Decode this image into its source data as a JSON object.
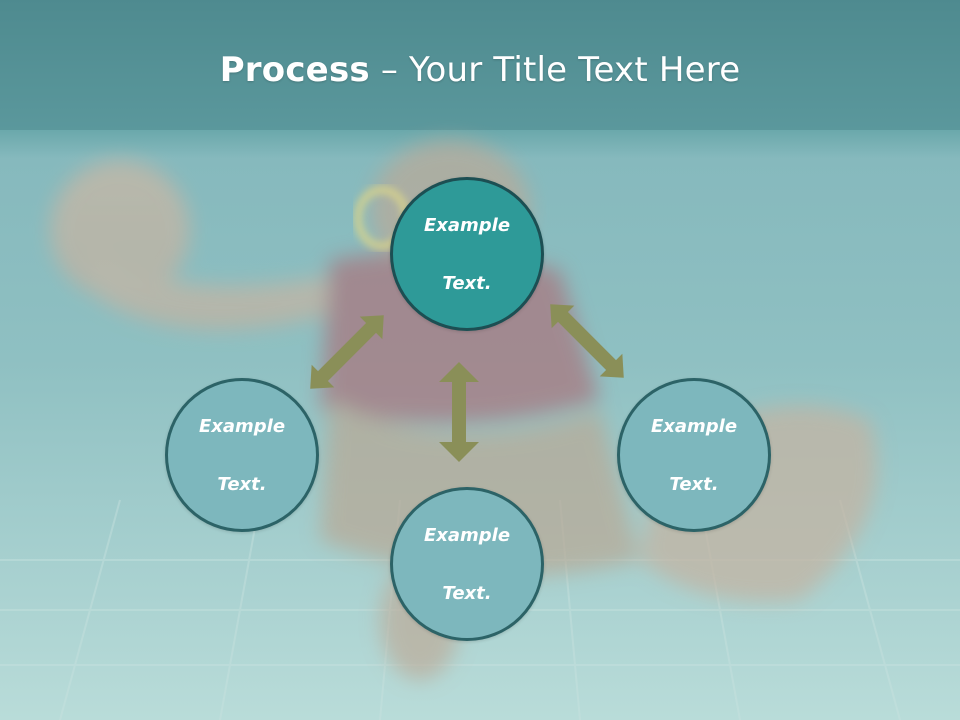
{
  "slide": {
    "title_bold": "Process",
    "title_rest": " – Your Title Text Here"
  },
  "diagram": {
    "nodes": [
      {
        "line1": "Example",
        "line2": "Text."
      },
      {
        "line1": "Example",
        "line2": "Text."
      },
      {
        "line1": "Example",
        "line2": "Text."
      },
      {
        "line1": "Example",
        "line2": "Text."
      }
    ]
  },
  "colors": {
    "center_node": "#2e9a98",
    "side_node": "#7db7bd",
    "node_border": "#1f5a5e",
    "arrow": "#8a8f58",
    "title_band": "#4a8a90"
  },
  "icons": [
    "double-arrow-icon"
  ]
}
